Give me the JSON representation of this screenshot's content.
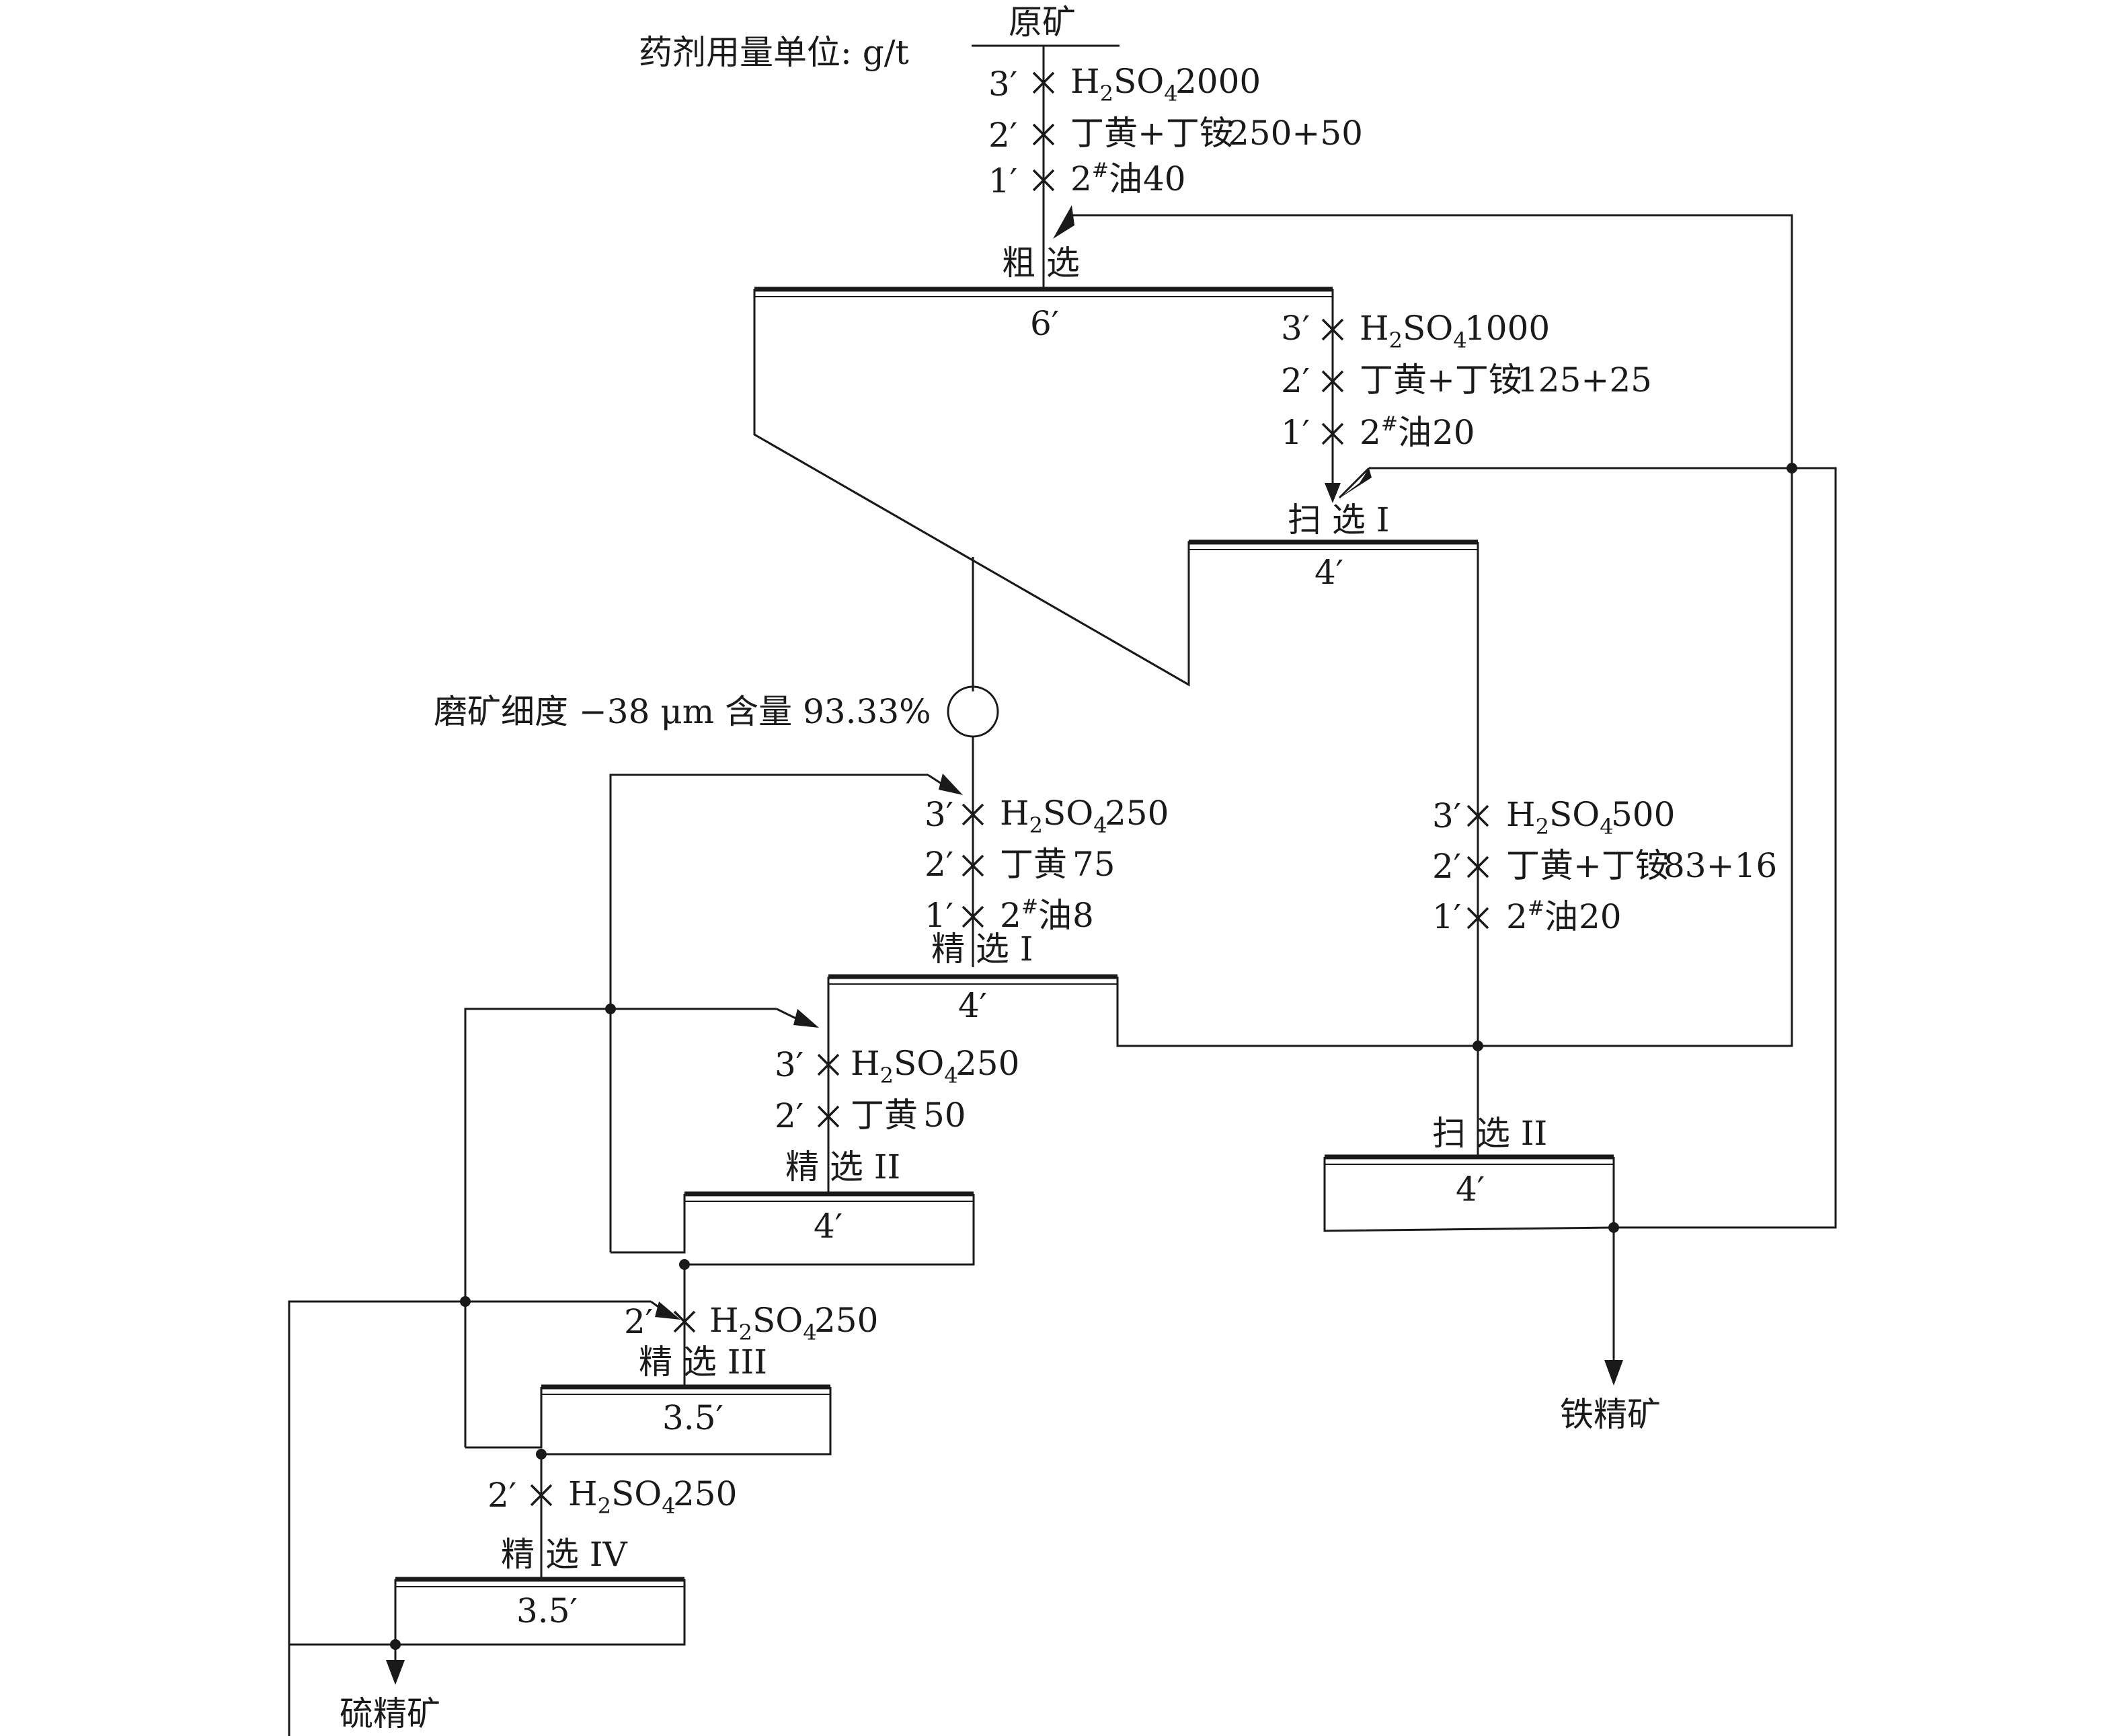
{
  "unit_note": "药剂用量单位: g/t",
  "feed": "原矿",
  "grinding_note": "磨矿细度 −38 μm 含量 93.33%",
  "products": {
    "sulfur": "硫精矿",
    "iron": "铁精矿"
  },
  "stages": {
    "rougher": {
      "label": "粗 选",
      "time": "6′"
    },
    "scavenger1": {
      "label": "扫 选 I",
      "time": "4′"
    },
    "scavenger2": {
      "label": "扫 选 II",
      "time": "4′"
    },
    "cleaner1": {
      "label": "精 选 I",
      "time": "4′"
    },
    "cleaner2": {
      "label": "精 选 II",
      "time": "4′"
    },
    "cleaner3": {
      "label": "精 选 III",
      "time": "3.5′"
    },
    "cleaner4": {
      "label": "精 选 IV",
      "time": "3.5′"
    }
  },
  "reagents": {
    "rougher": [
      {
        "time": "3′",
        "name": "H2SO4",
        "dose": "2000"
      },
      {
        "time": "2′",
        "name": "丁黄+丁铵",
        "dose": "250+50"
      },
      {
        "time": "1′",
        "name": "2#油",
        "dose": "40"
      }
    ],
    "scavenger1": [
      {
        "time": "3′",
        "name": "H2SO4",
        "dose": "1000"
      },
      {
        "time": "2′",
        "name": "丁黄+丁铵",
        "dose": "125+25"
      },
      {
        "time": "1′",
        "name": "2#油",
        "dose": "20"
      }
    ],
    "cleaner1": [
      {
        "time": "3′",
        "name": "H2SO4",
        "dose": "250"
      },
      {
        "time": "2′",
        "name": "丁黄",
        "dose": "75"
      },
      {
        "time": "1′",
        "name": "2#油",
        "dose": "8"
      }
    ],
    "scavenger2": [
      {
        "time": "3′",
        "name": "H2SO4",
        "dose": "500"
      },
      {
        "time": "2′",
        "name": "丁黄+丁铵",
        "dose": "83+16"
      },
      {
        "time": "1′",
        "name": "2#油",
        "dose": "20"
      }
    ],
    "cleaner2": [
      {
        "time": "3′",
        "name": "H2SO4",
        "dose": "250"
      },
      {
        "time": "2′",
        "name": "丁黄",
        "dose": "50"
      }
    ],
    "cleaner3": [
      {
        "time": "2′",
        "name": "H2SO4",
        "dose": "250"
      }
    ],
    "cleaner4": [
      {
        "time": "2′",
        "name": "H2SO4",
        "dose": "250"
      }
    ]
  }
}
